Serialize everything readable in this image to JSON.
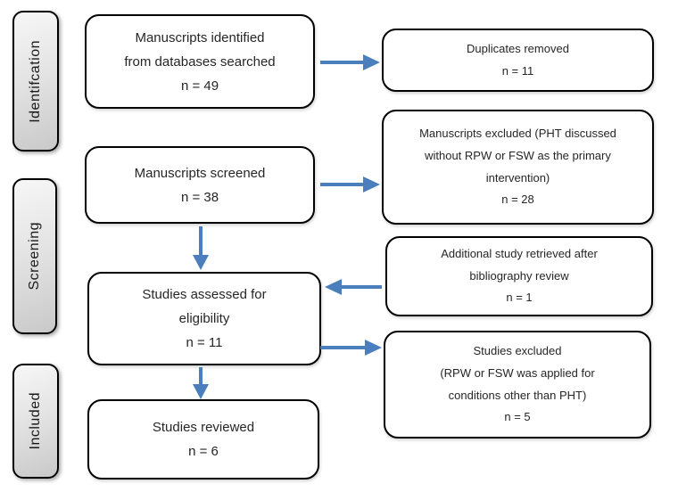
{
  "colors": {
    "arrow": "#4a7ebc",
    "box_border": "#000000",
    "box_fill": "#ffffff",
    "stage_gradient_light": "#f7f7f7",
    "stage_gradient_dark": "#c9c9c9",
    "text": "#262626"
  },
  "stages": [
    {
      "label": "Identifcation"
    },
    {
      "label": "Screening"
    },
    {
      "label": "Included"
    }
  ],
  "flow_boxes": [
    {
      "lines": [
        "Manuscripts identified",
        "from databases searched"
      ],
      "count": "n = 49"
    },
    {
      "lines": [
        "Manuscripts screened"
      ],
      "count": "n = 38"
    },
    {
      "lines": [
        "Studies assessed for",
        "eligibility"
      ],
      "count": "n = 11"
    },
    {
      "lines": [
        "Studies reviewed"
      ],
      "count": "n = 6"
    }
  ],
  "side_boxes": [
    {
      "lines": [
        "Duplicates removed"
      ],
      "count": "n = 11"
    },
    {
      "lines": [
        "Manuscripts excluded (PHT discussed",
        "without RPW or FSW as the primary",
        "intervention)"
      ],
      "count": "n = 28"
    },
    {
      "lines": [
        "Additional study retrieved after",
        "bibliography review"
      ],
      "count": "n = 1"
    },
    {
      "lines": [
        "Studies excluded",
        "(RPW or FSW was applied for",
        "conditions other than PHT)"
      ],
      "count": "n = 5"
    }
  ]
}
